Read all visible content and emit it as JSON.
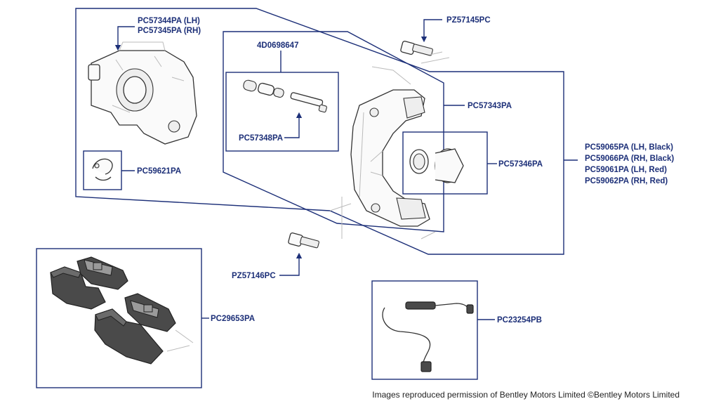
{
  "labels": {
    "caliper_lh": "PC57344PA (LH)",
    "caliper_rh": "PC57345PA (RH)",
    "bolt_top": "PZ57145PC",
    "guide_kit": "4D0698647",
    "guide_pins": "PC57348PA",
    "carrier": "PC57343PA",
    "spring_clip": "PC59621PA",
    "seals": "PC57346PA",
    "caliper_assy_1": "PC59065PA (LH, Black)",
    "caliper_assy_2": "PC59066PA (RH, Black)",
    "caliper_assy_3": "PC59061PA (LH, Red)",
    "caliper_assy_4": "PC59062PA (RH, Red)",
    "bolt_bottom": "PZ57146PC",
    "pads": "PC29653PA",
    "wear_sensor": "PC23254PB"
  },
  "credit": "Images reproduced permission of Bentley Motors Limited ©Bentley Motors Limited",
  "colors": {
    "outline": "#1c2f78",
    "label": "#1c2f78"
  }
}
